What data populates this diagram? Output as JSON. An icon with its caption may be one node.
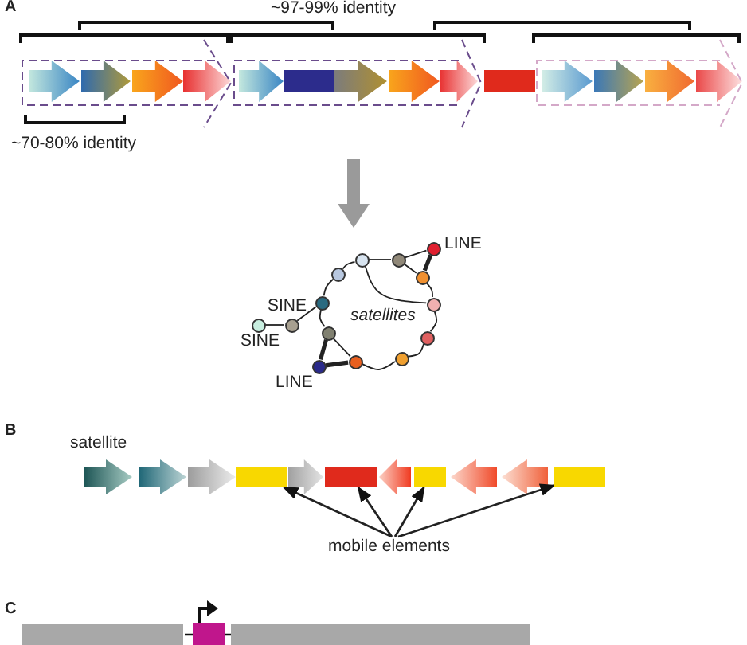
{
  "diagram": {
    "nodes": [
      {
        "text": [],
        "shape": "circle",
        "beside": [
          "SINE"
        ]
      },
      {
        "text": [],
        "shape": "circle"
      },
      {
        "text": [],
        "shape": "circle",
        "beside": [
          "LINE"
        ]
      },
      {
        "text": [],
        "shape": "circle",
        "beside": [
          "SINE"
        ]
      },
      {
        "text": [],
        "shape": "circle"
      },
      {
        "text": [],
        "shape": "circle"
      },
      {
        "text": [],
        "shape": "circle"
      },
      {
        "text": [],
        "shape": "circle"
      },
      {
        "text": [],
        "shape": "circle"
      },
      {
        "text": [],
        "shape": "circle"
      },
      {
        "text": [],
        "shape": "circle"
      },
      {
        "text": [],
        "shape": "circle"
      },
      {
        "text": [],
        "shape": "circle",
        "beside": [
          "LINE"
        ]
      },
      {
        "text": [],
        "shape": "circle"
      },
      {
        "text": [],
        "shape": "bar"
      },
      {
        "text": [],
        "shape": "bar"
      },
      {
        "text": [],
        "shape": "bar"
      },
      {
        "text": [],
        "shape": "bar"
      },
      {
        "text": [
          "mobile elements"
        ]
      }
    ],
    "edges": [
      {
        "from": 5,
        "to": 7,
        "arrow": "none"
      },
      {
        "from": 7,
        "to": 8,
        "arrow": "none"
      },
      {
        "from": 8,
        "to": 12,
        "arrow": "none"
      },
      {
        "from": 8,
        "to": 10,
        "arrow": "none"
      },
      {
        "from": 12,
        "to": 10,
        "arrow": "none",
        "style": "thick"
      },
      {
        "from": 10,
        "to": 13,
        "arrow": "none"
      },
      {
        "from": 7,
        "to": 13,
        "arrow": "none"
      },
      {
        "from": 13,
        "to": 11,
        "arrow": "none"
      },
      {
        "from": 11,
        "to": 9,
        "arrow": "none"
      },
      {
        "from": 9,
        "to": 6,
        "arrow": "none"
      },
      {
        "from": 6,
        "to": 4,
        "arrow": "none"
      },
      {
        "from": 6,
        "to": 2,
        "arrow": "none",
        "style": "thick"
      },
      {
        "from": 2,
        "to": 4,
        "arrow": "none",
        "style": "thick"
      },
      {
        "from": 4,
        "to": 3,
        "arrow": "none"
      },
      {
        "from": 3,
        "to": 5,
        "arrow": "none"
      },
      {
        "from": 3,
        "to": 1,
        "arrow": "none"
      },
      {
        "from": 1,
        "to": 0,
        "arrow": "none"
      },
      {
        "from": 18,
        "to": 14,
        "arrow": "to"
      },
      {
        "from": 18,
        "to": 15,
        "arrow": "to"
      },
      {
        "from": 18,
        "to": 16,
        "arrow": "to"
      },
      {
        "from": 18,
        "to": 17,
        "arrow": "to"
      }
    ],
    "labels": [
      "A",
      "~97-99% identity",
      "~70-80% identity",
      "satellites",
      "B",
      "satellite",
      "C"
    ]
  }
}
